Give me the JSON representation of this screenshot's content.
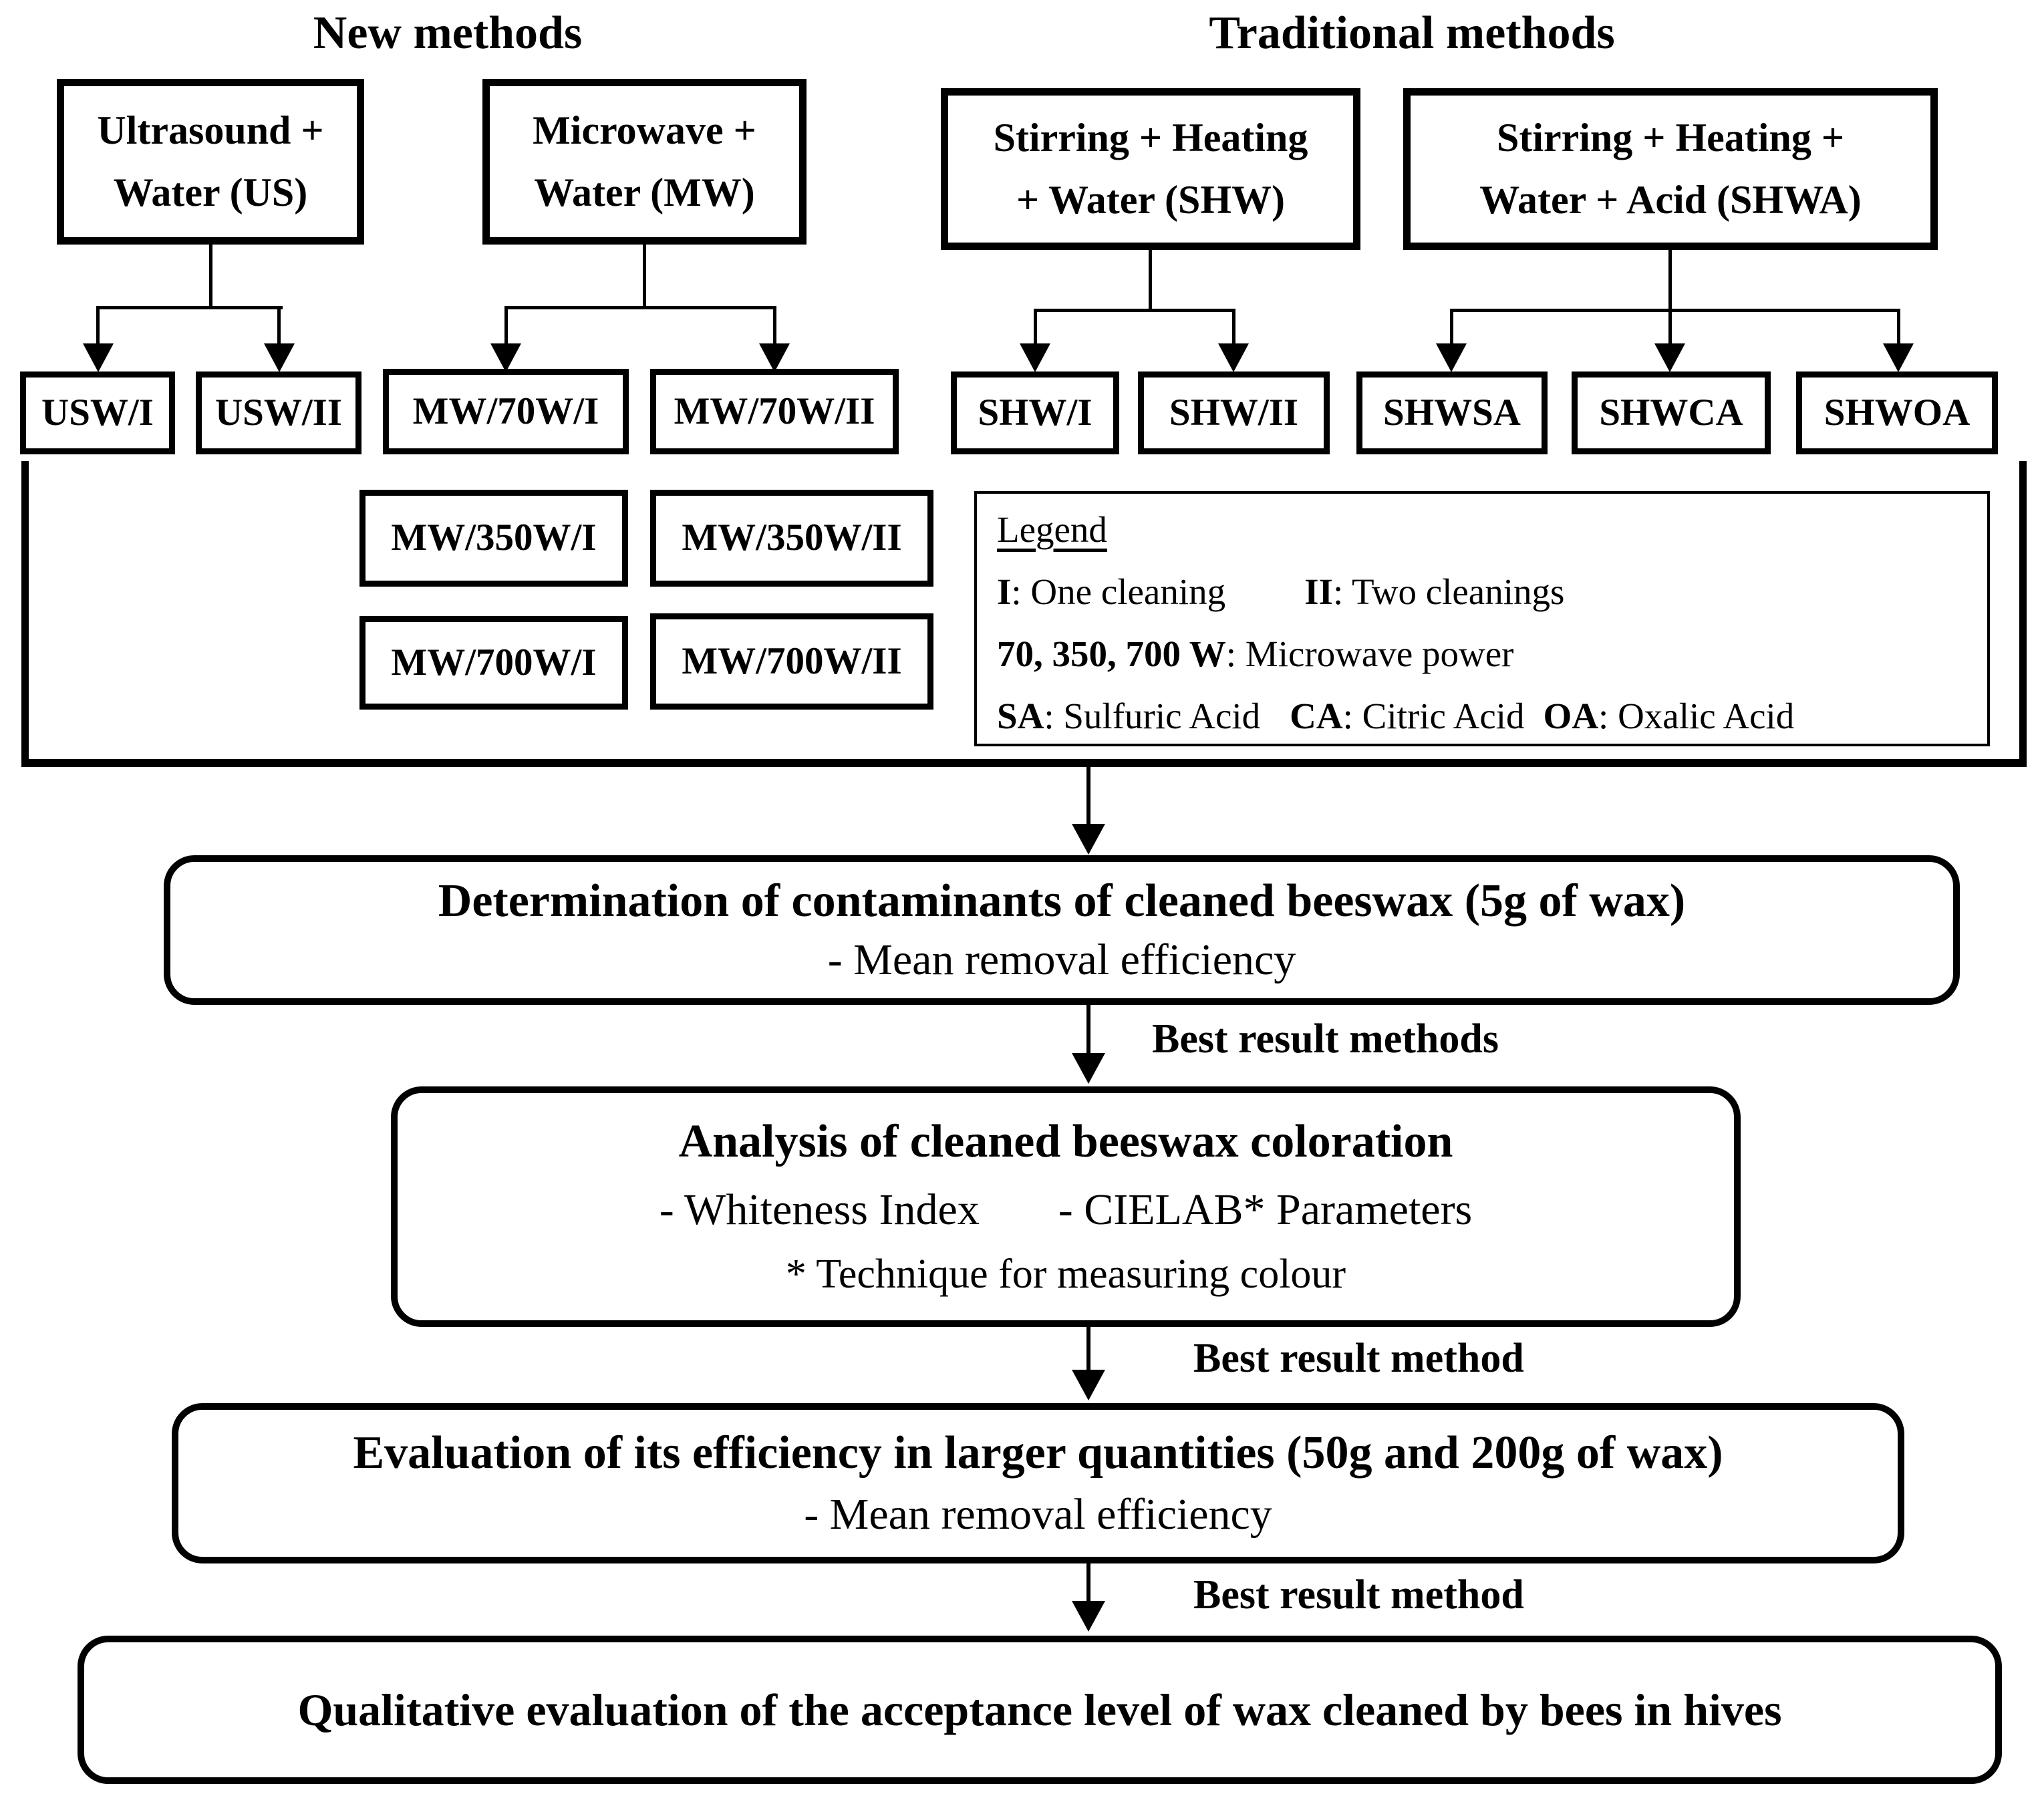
{
  "colors": {
    "ink": "#000000",
    "paper": "#ffffff"
  },
  "headers": {
    "new_methods": "New methods",
    "traditional_methods": "Traditional methods"
  },
  "groups": [
    {
      "line1": "Ultrasound +",
      "line2": "Water (US)"
    },
    {
      "line1": "Microwave +",
      "line2": "Water (MW)"
    },
    {
      "line1": "Stirring + Heating",
      "line2": "+ Water (SHW)"
    },
    {
      "line1": "Stirring + Heating +",
      "line2": "Water + Acid (SHWA)"
    }
  ],
  "methods": {
    "usw1": "USW/I",
    "usw2": "USW/II",
    "mw70w1": "MW/70W/I",
    "mw70w2": "MW/70W/II",
    "mw350w1": "MW/350W/I",
    "mw350w2": "MW/350W/II",
    "mw700w1": "MW/700W/I",
    "mw700w2": "MW/700W/II",
    "shw1": "SHW/I",
    "shw2": "SHW/II",
    "shwsa": "SHWSA",
    "shwca": "SHWCA",
    "shwoa": "SHWOA"
  },
  "legend": {
    "title": "Legend",
    "one": {
      "key": "I",
      "text": ": One cleaning"
    },
    "two": {
      "key": "II",
      "text": ": Two cleanings"
    },
    "power": {
      "key": "70, 350, 700 W",
      "text": ": Microwave power"
    },
    "sa": {
      "key": "SA",
      "text": ": Sulfuric Acid"
    },
    "ca": {
      "key": "CA",
      "text": ": Citric Acid"
    },
    "oa": {
      "key": "OA",
      "text": ": Oxalic Acid"
    }
  },
  "flow": {
    "determination": {
      "title": "Determination of contaminants of cleaned beeswax (5g of wax)",
      "sub": "- Mean removal efficiency"
    },
    "best1": "Best result methods",
    "analysis": {
      "title": "Analysis of cleaned beeswax coloration",
      "item1": "- Whiteness Index",
      "item2": "- CIELAB* Parameters",
      "note": "* Technique for measuring colour"
    },
    "best2": "Best result method",
    "evaluation": {
      "title": "Evaluation of its efficiency in larger quantities (50g and 200g of wax)",
      "sub": "- Mean removal efficiency"
    },
    "best3": "Best result method",
    "final": {
      "title": "Qualitative evaluation of the acceptance level of wax cleaned by bees in hives"
    }
  }
}
